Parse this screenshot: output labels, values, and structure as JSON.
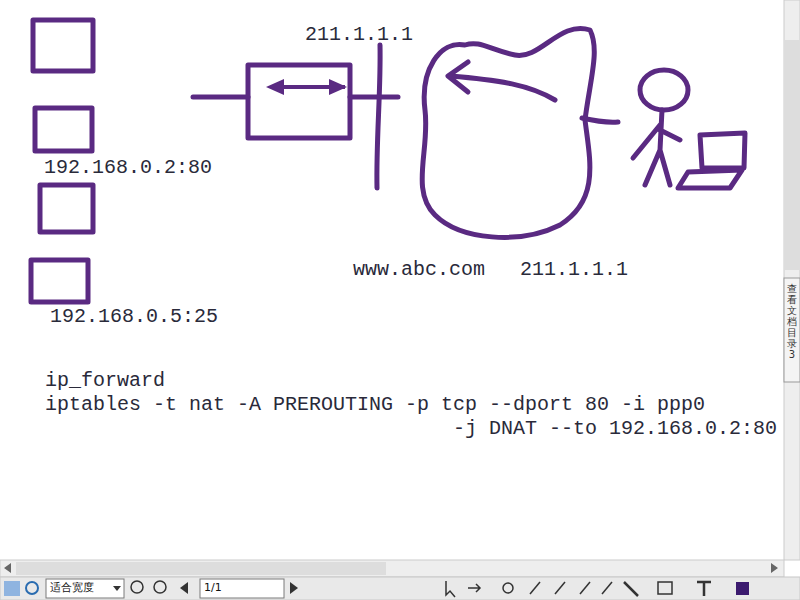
{
  "diagram": {
    "labels": [
      "211.1.1.1",
      "192.168.0.2:80",
      "192.168.0.5:25",
      "www.abc.com",
      "211.1.1.1",
      "ip_forward",
      "iptables -t nat -A PREROUTING -p tcp --dport 80 -i ppp0",
      "-j DNAT --to 192.168.0.2:80",
      "查看文档 目录 3",
      "适合宽度",
      "1/1"
    ]
  }
}
